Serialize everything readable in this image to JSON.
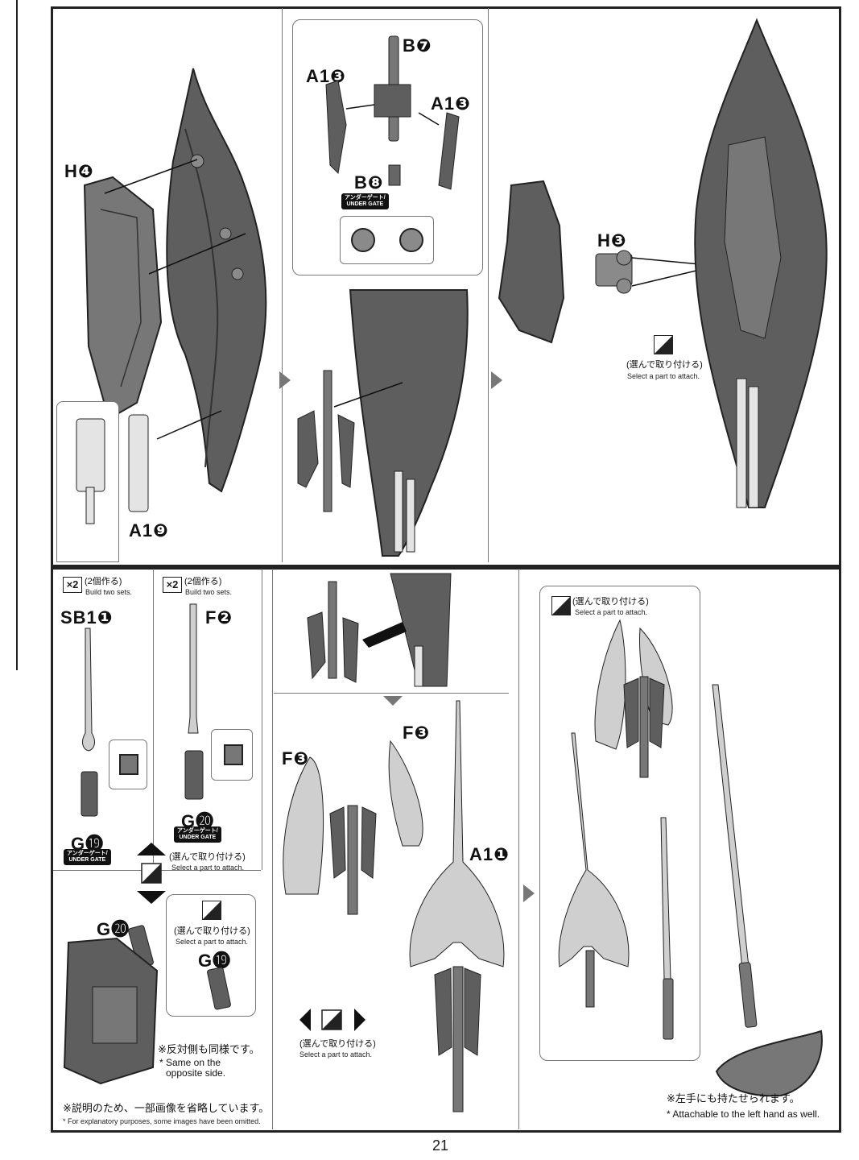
{
  "labels": {
    "h4": "H❹",
    "a19_top": "A1❾",
    "b7": "B❼",
    "a13_left": "A1❸",
    "a13_right": "A1❸",
    "b8": "B❽",
    "h3": "H❸",
    "sb11": "SB1❶",
    "f2": "F❷",
    "g19_left": "G⓳",
    "g20_mid": "G⓴",
    "g20_bottom": "G⓴",
    "g19_box": "G⓳",
    "f3_left": "F❸",
    "f3_right": "F❸",
    "a11": "A1❶"
  },
  "under_gate": {
    "line1": "アンダーゲート/",
    "line2": "UNDER GATE"
  },
  "select_attach": {
    "jp": "(選んで取り付ける)",
    "en": "Select a part to attach."
  },
  "build_two": {
    "icon": "×2",
    "jp": "(2個作る)",
    "en": "Build two sets."
  },
  "notes": {
    "same_jp": "※反対側も同様です。",
    "same_en1": "* Same on the",
    "same_en2": "opposite side.",
    "omit_jp": "※説明のため、一部画像を省略しています。",
    "omit_en": "* For explanatory purposes, some images have been omitted.",
    "left_hand_jp": "※左手にも持たせられます。",
    "left_hand_en": "* Attachable to the left hand as well."
  },
  "page_number": "21",
  "colors": {
    "dark_part": "#5e5e5e",
    "mid_part": "#8a8a8a",
    "light_part": "#cfcfcf",
    "pale_part": "#e4e4e4",
    "line": "#222222"
  }
}
